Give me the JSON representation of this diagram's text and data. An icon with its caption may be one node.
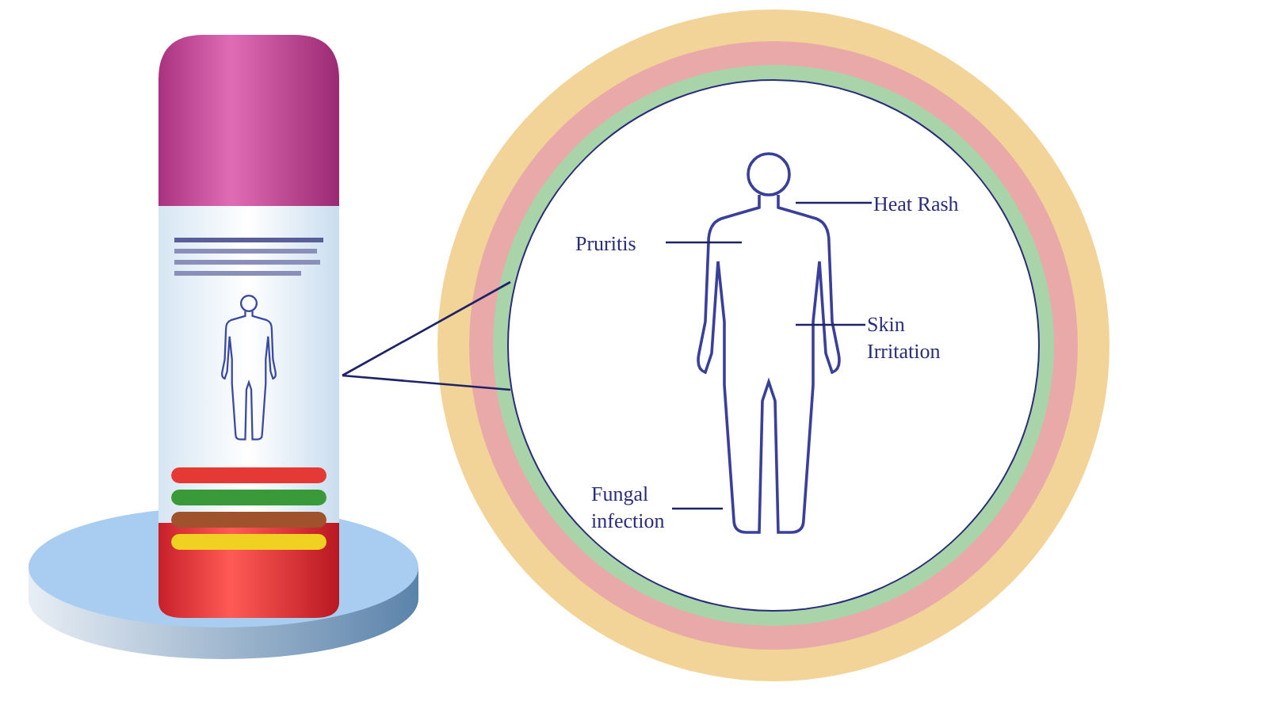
{
  "diagram": {
    "nodes": [
      {
        "text": [],
        "shape": "picture"
      },
      {
        "text": [],
        "shape": "circle"
      },
      {
        "text": [],
        "shape": "picture",
        "in": 1
      },
      {
        "text": [
          "Heat Rash"
        ],
        "in": 1
      },
      {
        "text": [
          "Pruritis"
        ],
        "in": 1
      },
      {
        "text": [
          "Skin Irritation"
        ],
        "in": 1
      },
      {
        "text": [
          "Fungal infection"
        ],
        "in": 1
      }
    ],
    "edges": [
      {
        "from": 0,
        "to": 1,
        "arrow": "none"
      },
      {
        "from": 0,
        "to": 1,
        "arrow": "none"
      },
      {
        "from": 3,
        "to": 2,
        "arrow": "none"
      },
      {
        "from": 4,
        "to": 2,
        "arrow": "none"
      },
      {
        "from": 5,
        "to": 2,
        "arrow": "none"
      },
      {
        "from": 6,
        "to": 2,
        "arrow": "none"
      }
    ]
  }
}
